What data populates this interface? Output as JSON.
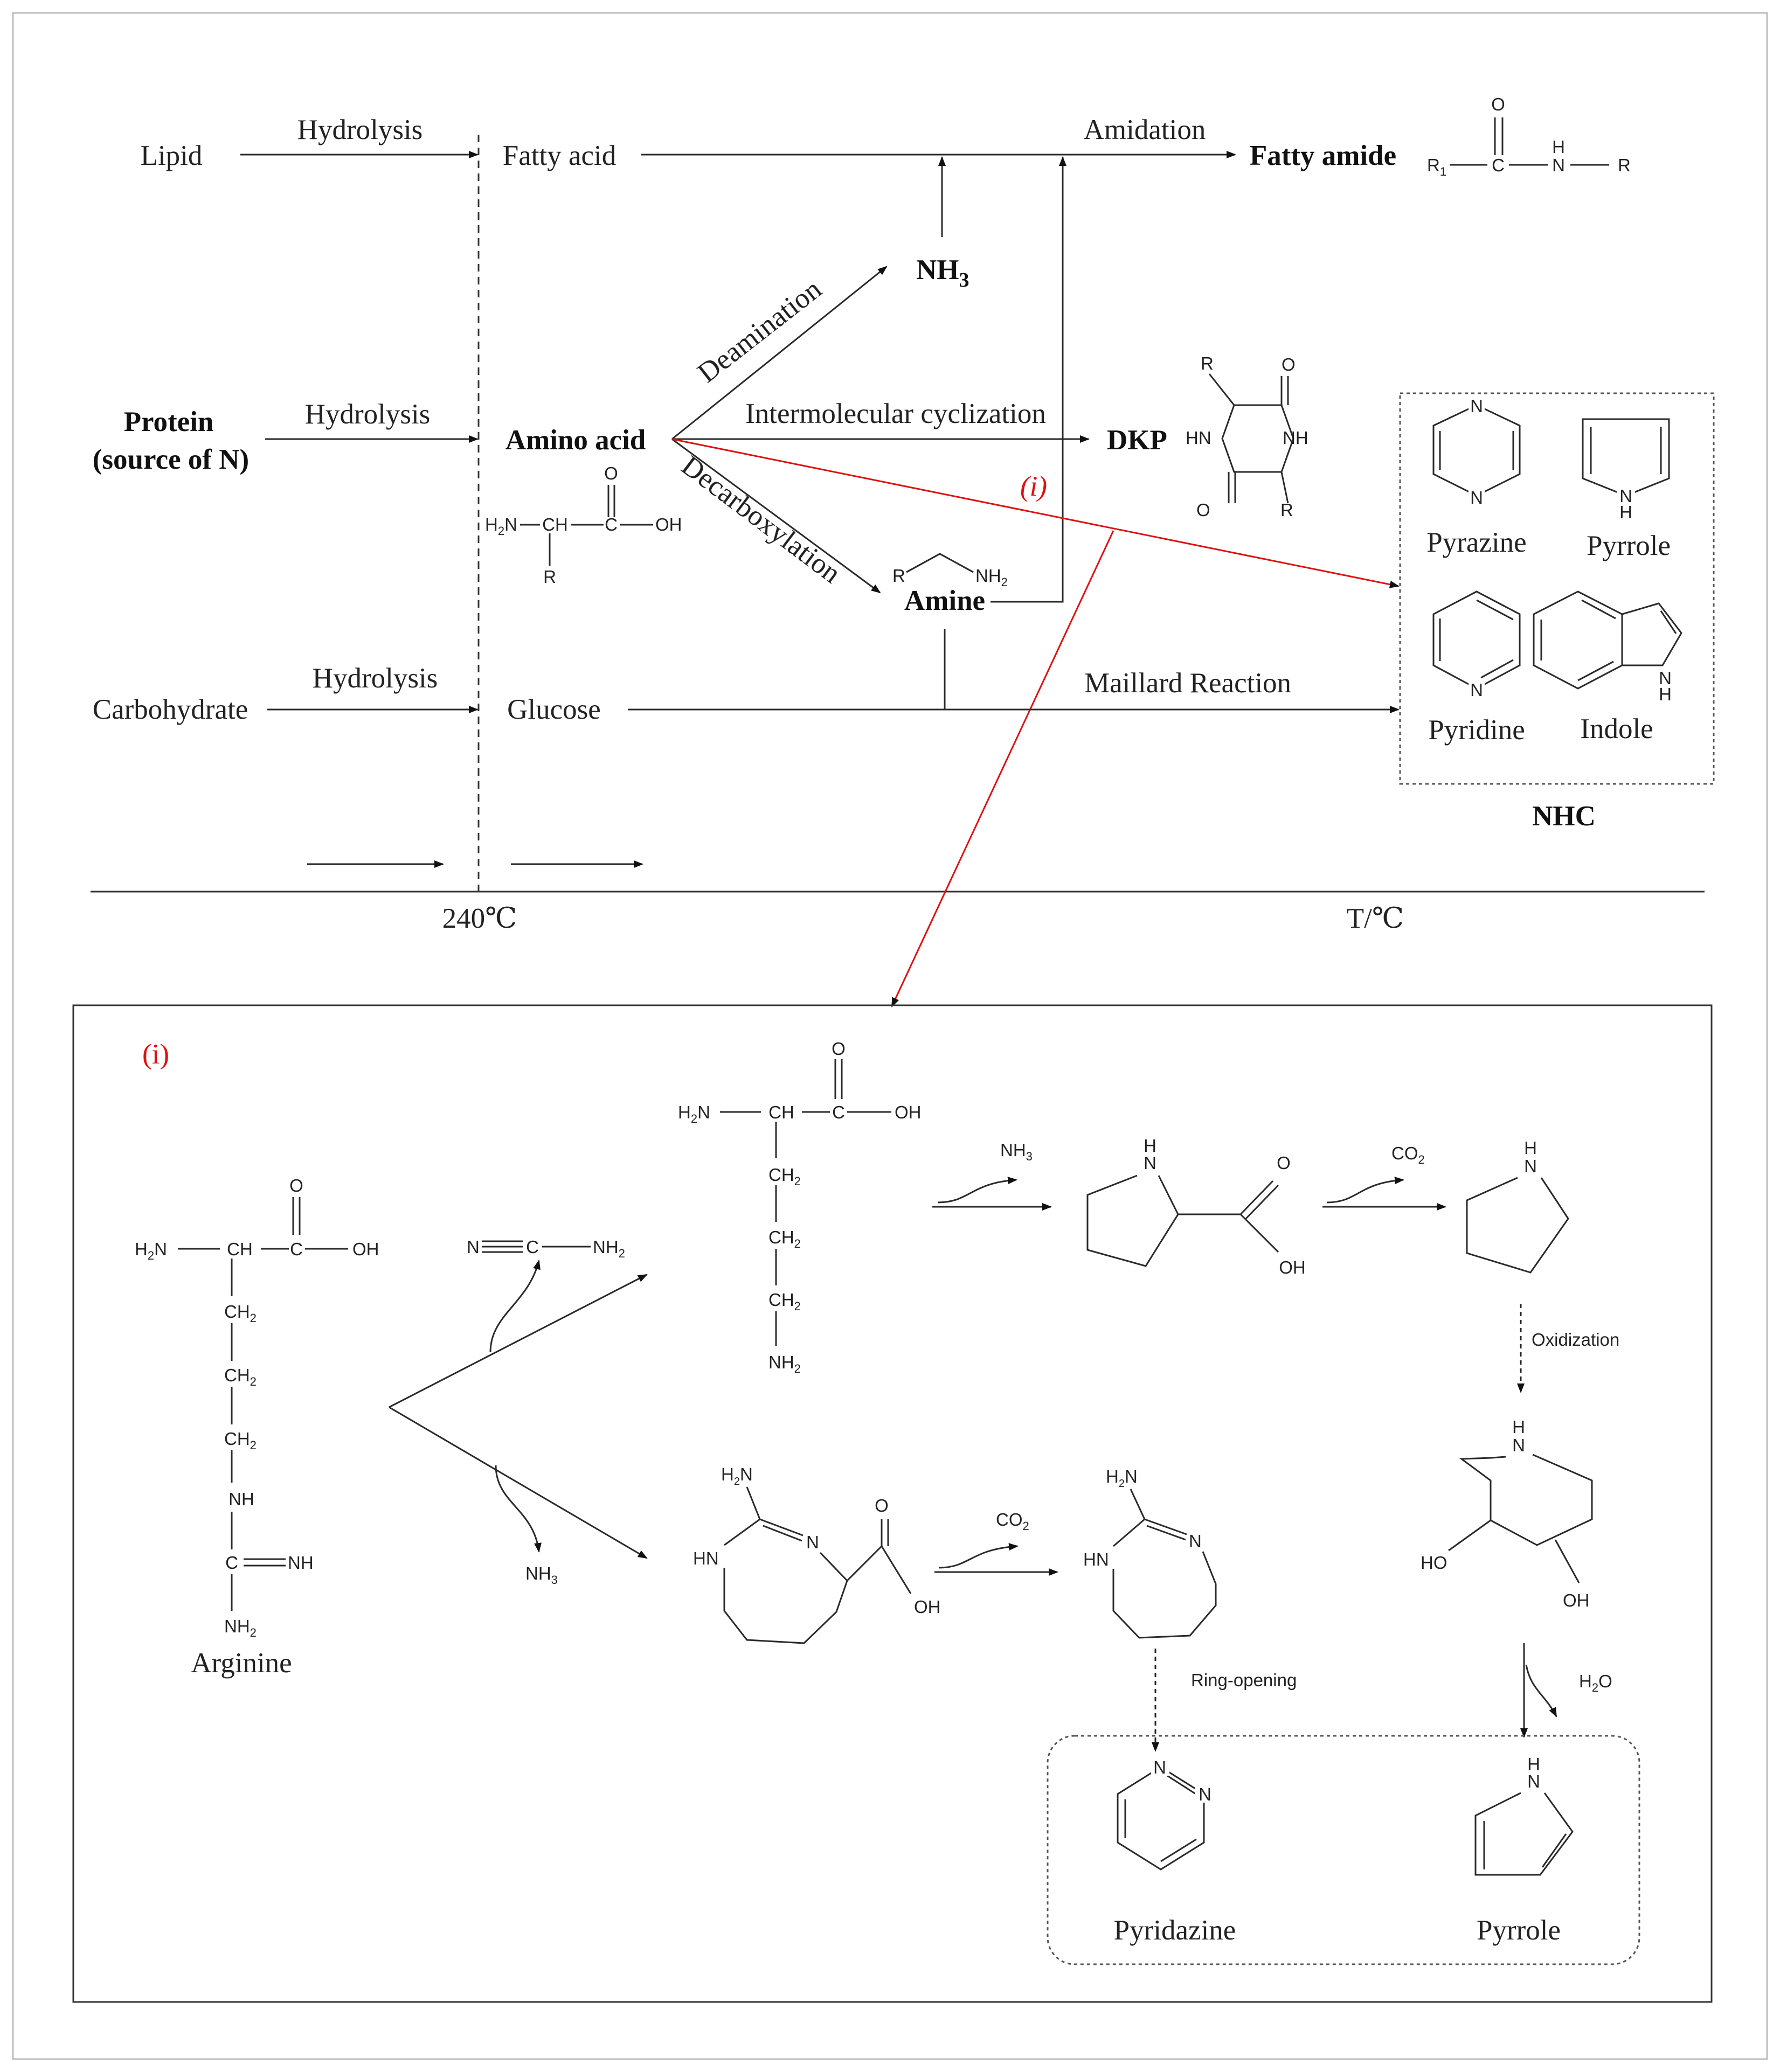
{
  "top": {
    "sources": {
      "lipid": "Lipid",
      "protein_l1": "Protein",
      "protein_l2": "(source of N)",
      "carbohydrate": "Carbohydrate"
    },
    "hydrolysis": [
      "Hydrolysis",
      "Hydrolysis",
      "Hydrolysis"
    ],
    "intermediates": {
      "fatty_acid": "Fatty acid",
      "amino_acid": "Amino acid",
      "glucose": "Glucose",
      "nh3": "NH",
      "nh3_sub": "3",
      "amine": "Amine",
      "dkp": "DKP"
    },
    "reactions": {
      "amidation": "Amidation",
      "deamination": "Deamination",
      "intermolecular": "Intermolecular cyclization",
      "decarboxylation": "Decarboxylation",
      "maillard": "Maillard Reaction",
      "route_i": "(i)"
    },
    "products": {
      "fatty_amide": "Fatty amide",
      "pyrazine": "Pyrazine",
      "pyrrole": "Pyrrole",
      "pyridine": "Pyridine",
      "indole": "Indole",
      "nhc": "NHC"
    },
    "axis": {
      "temp_mark": "240℃",
      "axis_label": "T/℃"
    },
    "structures": {
      "fatty_amide_atoms": [
        "O",
        "R",
        "1",
        "C",
        "H",
        "N",
        "R"
      ],
      "amino_acid_atoms": [
        "O",
        "H",
        "2",
        "N",
        "CH",
        "C",
        "OH",
        "R"
      ],
      "amine_atoms": [
        "R",
        "NH",
        "2"
      ],
      "dkp_atoms": [
        "R",
        "O",
        "HN",
        "NH",
        "O",
        "R"
      ],
      "ring_atoms": [
        "N",
        "N",
        "N",
        "H",
        "N",
        "N",
        "H"
      ]
    }
  },
  "detail": {
    "label": "(i)",
    "arginine": {
      "name": "Arginine",
      "atoms": [
        "O",
        "H",
        "2",
        "N",
        "CH",
        "C",
        "OH",
        "CH",
        "2",
        "CH",
        "2",
        "CH",
        "2",
        "NH",
        "C",
        "NH",
        "NH",
        "2"
      ]
    },
    "cyanamide": {
      "atoms": [
        "N",
        "C",
        "NH",
        "2"
      ]
    },
    "released": {
      "nh3_top": "NH",
      "nh3_top_sub": "3",
      "nh3_bottom": "NH",
      "nh3_bottom_sub": "3",
      "co2_top": "CO",
      "co2_top_sub": "2",
      "co2_bottom": "CO",
      "co2_bottom_sub": "2",
      "h2o_a": "H",
      "h2o_sub": "2",
      "h2o_b": "O"
    },
    "ornithine": {
      "atoms": [
        "O",
        "H",
        "2",
        "N",
        "CH",
        "C",
        "OH",
        "CH",
        "2",
        "CH",
        "2",
        "CH",
        "2",
        "NH",
        "2"
      ]
    },
    "proline": {
      "atoms": [
        "H",
        "N",
        "O",
        "OH"
      ]
    },
    "pyrrolidine": {
      "atoms": [
        "H",
        "N"
      ]
    },
    "diol": {
      "atoms": [
        "H",
        "N",
        "HO",
        "OH"
      ]
    },
    "cyclic_acid": {
      "atoms": [
        "H",
        "2",
        "N",
        "HN",
        "N",
        "O",
        "OH"
      ]
    },
    "cyclic_guan": {
      "atoms": [
        "H",
        "2",
        "N",
        "HN",
        "N"
      ]
    },
    "steps": {
      "oxidization": "Oxidization",
      "ring_opening": "Ring-opening"
    },
    "products": {
      "pyridazine": "Pyridazine",
      "pyridazine_atoms": [
        "N",
        "N"
      ],
      "pyrrole": "Pyrrole",
      "pyrrole_atoms": [
        "H",
        "N"
      ]
    }
  }
}
